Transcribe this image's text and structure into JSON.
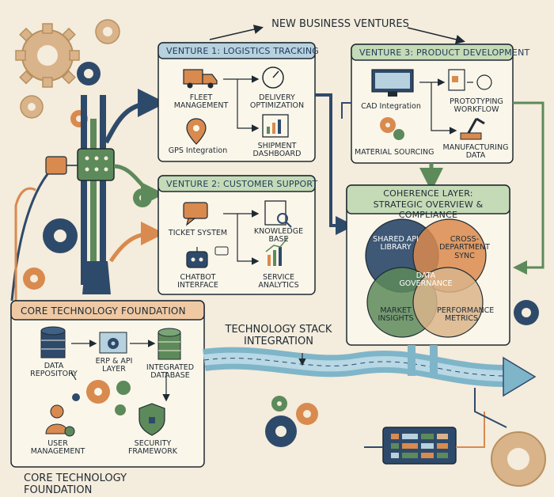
{
  "top_label": "NEW BUSINESS VENTURES",
  "venture1": {
    "title": "VENTURE 1: LOGISTICS TRACKING",
    "fleet": "FLEET MANAGEMENT",
    "delivery": "DELIVERY OPTIMIZATION",
    "gps": "GPS Integration",
    "shipment": "SHIPMENT DASHBOARD"
  },
  "venture2": {
    "title": "VENTURE 2: CUSTOMER SUPPORT",
    "ticket": "TICKET SYSTEM",
    "knowledge": "KNOWLEDGE BASE",
    "chatbot": "CHATBOT INTERFACE",
    "service": "SERVICE ANALYTICS"
  },
  "venture3": {
    "title": "VENTURE 3: PRODUCT DEVELOPMENT",
    "cad": "CAD Integration",
    "prototyping": "PROTOTYPING WORKFLOW",
    "material": "MATERIAL SOURCING",
    "manufacturing": "MANUFACTURING DATA"
  },
  "coherence": {
    "title_line1": "COHERENCE LAYER:",
    "title_line2": "STRATEGIC OVERVIEW & COMPLIANCE",
    "shared_api": "SHARED API LIBRARY",
    "cross_dept": "CROSS-DEPARTMENT SYNC",
    "data_gov": "DATA GOVERNANCE",
    "market": "MARKET INSIGHTS",
    "performance": "PERFORMANCE METRICS"
  },
  "core": {
    "title": "CORE TECHNOLOGY FOUNDATION",
    "data_repo": "DATA REPOSITORY",
    "erp": "ERP & API LAYER",
    "integrated": "INTEGRATED DATABASE",
    "user_mgmt": "USER MANAGEMENT",
    "security": "SECURITY FRAMEWORK",
    "footer": "CORE TECHNOLOGY FOUNDATION"
  },
  "stack_label": "TECHNOLOGY STACK INTEGRATION",
  "colors": {
    "navy": "#2e4a6b",
    "green": "#5d8a5a",
    "orange": "#d98a4e",
    "tan": "#d9b48a",
    "teal": "#7fb5c9",
    "ink": "#1f2a33",
    "paper": "#f4ecdc",
    "panel": "#fbf6ea"
  }
}
